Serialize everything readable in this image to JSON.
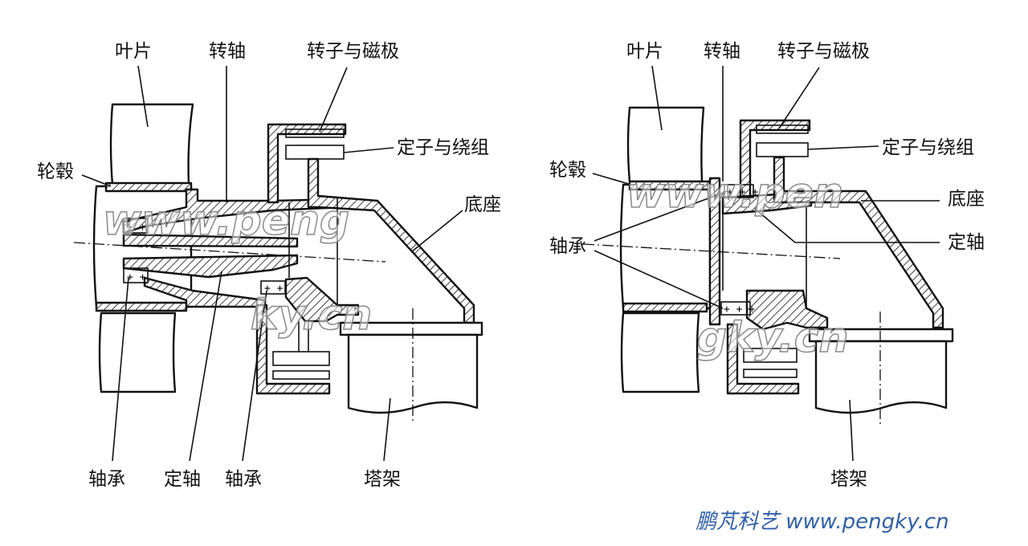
{
  "left": {
    "labels": {
      "blade": "叶片",
      "shaft": "转轴",
      "rotor": "转子与磁极",
      "stator": "定子与绕组",
      "hub": "轮毂",
      "base": "底座",
      "bearing1": "轴承",
      "fixed_shaft": "定轴",
      "bearing2": "轴承",
      "tower": "塔架"
    }
  },
  "right": {
    "labels": {
      "blade": "叶片",
      "shaft": "转轴",
      "rotor": "转子与磁极",
      "stator": "定子与绕组",
      "hub": "轮毂",
      "base": "底座",
      "bearing": "轴承",
      "fixed_shaft": "定轴",
      "tower": "塔架"
    }
  },
  "watermarks": {
    "left_a": "www.peng",
    "left_b": "ky.cn",
    "right_a": "www.pen",
    "right_b": "gky.cn"
  },
  "credit": "鹏芃科艺 www.pengky.cn"
}
